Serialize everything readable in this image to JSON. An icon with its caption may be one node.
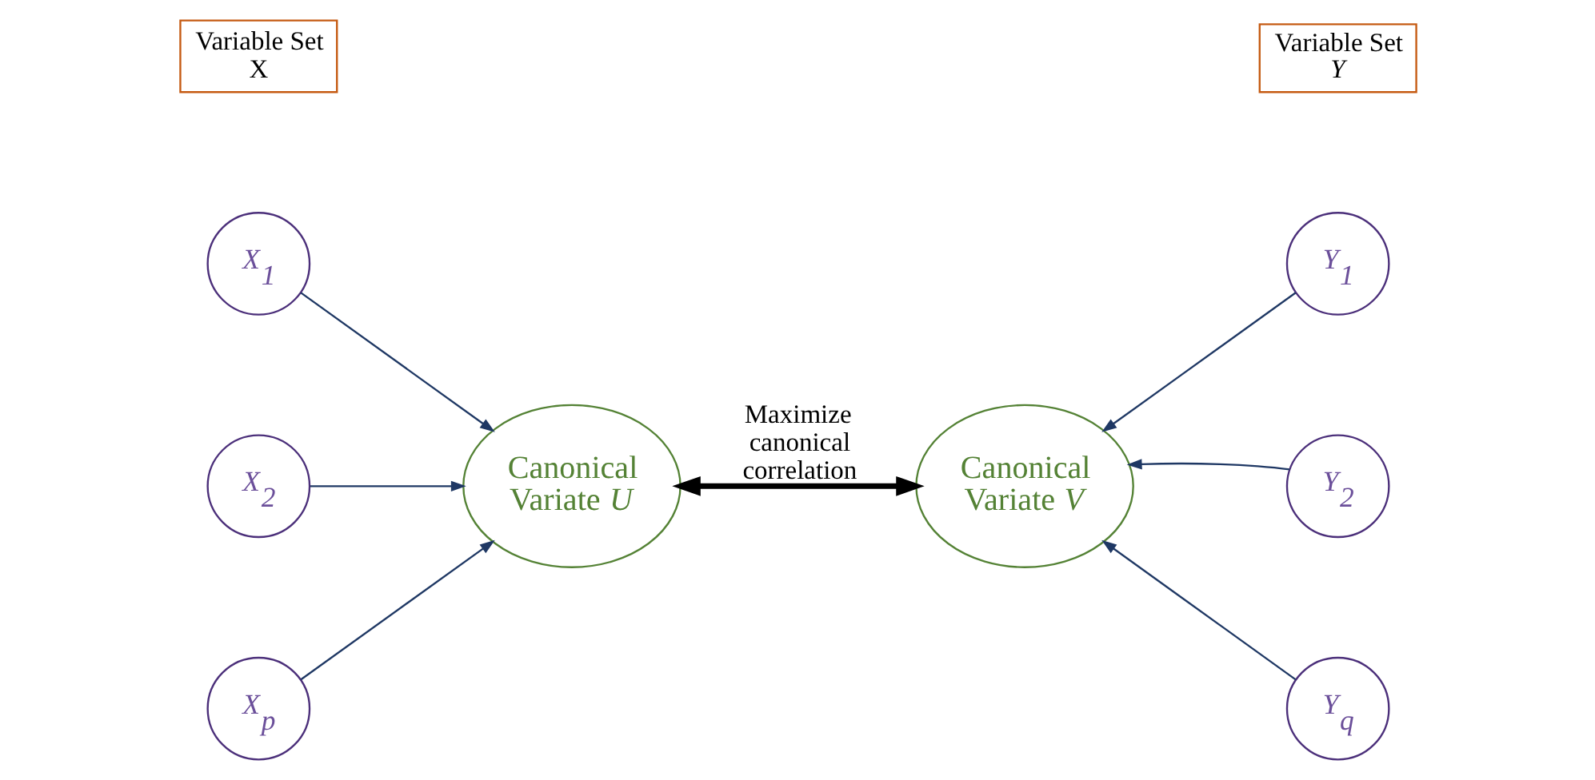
{
  "diagram": {
    "nodes": [
      {
        "text": [
          "Variable Set X"
        ]
      },
      {
        "text": [
          "Variable Set *Y*"
        ]
      },
      {
        "text": [
          "X$_{1}$"
        ]
      },
      {
        "text": [
          "X$_{2}$"
        ]
      },
      {
        "text": [
          "X$_{p}$"
        ]
      },
      {
        "text": [
          "Canonical Variate *U*"
        ]
      },
      {
        "text": [
          "Canonical Variate *V*"
        ]
      },
      {
        "text": [
          "Y$_{1}$"
        ]
      },
      {
        "text": [
          "Y$_{2}$"
        ]
      },
      {
        "text": [
          "Y$_{q}$"
        ]
      }
    ],
    "edges": [
      {
        "from": 2,
        "to": 5,
        "arrow": "to"
      },
      {
        "from": 3,
        "to": 5,
        "arrow": "to"
      },
      {
        "from": 4,
        "to": 5,
        "arrow": "to"
      },
      {
        "from": 5,
        "to": 6,
        "arrow": "both",
        "label": "Maximize canonical correlation",
        "style": "thick",
        "color": "#000000"
      },
      {
        "from": 7,
        "to": 6,
        "arrow": "to"
      },
      {
        "from": 8,
        "to": 6,
        "arrow": "to"
      },
      {
        "from": 9,
        "to": 6,
        "arrow": "to"
      }
    ]
  }
}
